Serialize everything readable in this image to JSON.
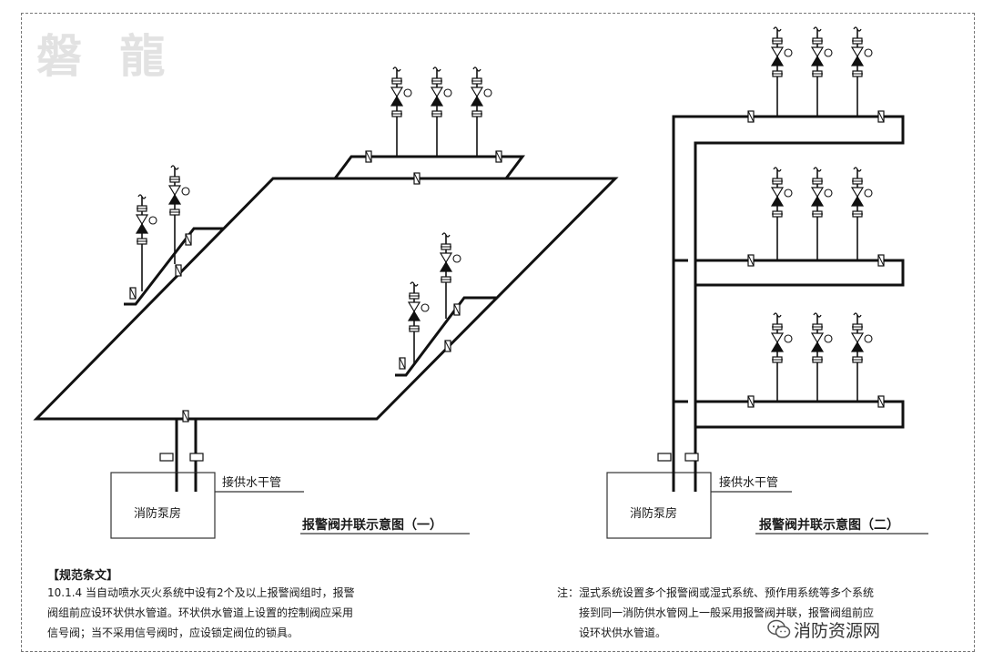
{
  "watermark": "磐 龍",
  "diagram1": {
    "pump_room": "消防泵房",
    "supply_pipe_label": "接供水干管",
    "caption": "报警阀并联示意图（一）"
  },
  "diagram2": {
    "pump_room": "消防泵房",
    "supply_pipe_label": "接供水干管",
    "caption": "报警阀并联示意图（二）"
  },
  "spec": {
    "heading": "【规范条文】",
    "lines": [
      "10.1.4 当自动喷水灭火系统中设有2个及以上报警阀组时，报警",
      "阀组前应设环状供水管道。环状供水管道上设置的控制阀应采用",
      "信号阀；当不采用信号阀时，应设锁定阀位的锁具。"
    ]
  },
  "note": {
    "lines": [
      "注：湿式系统设置多个报警阀或湿式系统、预作用系统等多个系统",
      "接到同一消防供水管网上一般采用报警阀并联，报警阀组前应",
      "设环状供水管道。"
    ]
  },
  "brand": "消防资源网",
  "icons": [
    "wechat-icon",
    "alarm-valve-icon",
    "signal-valve-icon"
  ]
}
